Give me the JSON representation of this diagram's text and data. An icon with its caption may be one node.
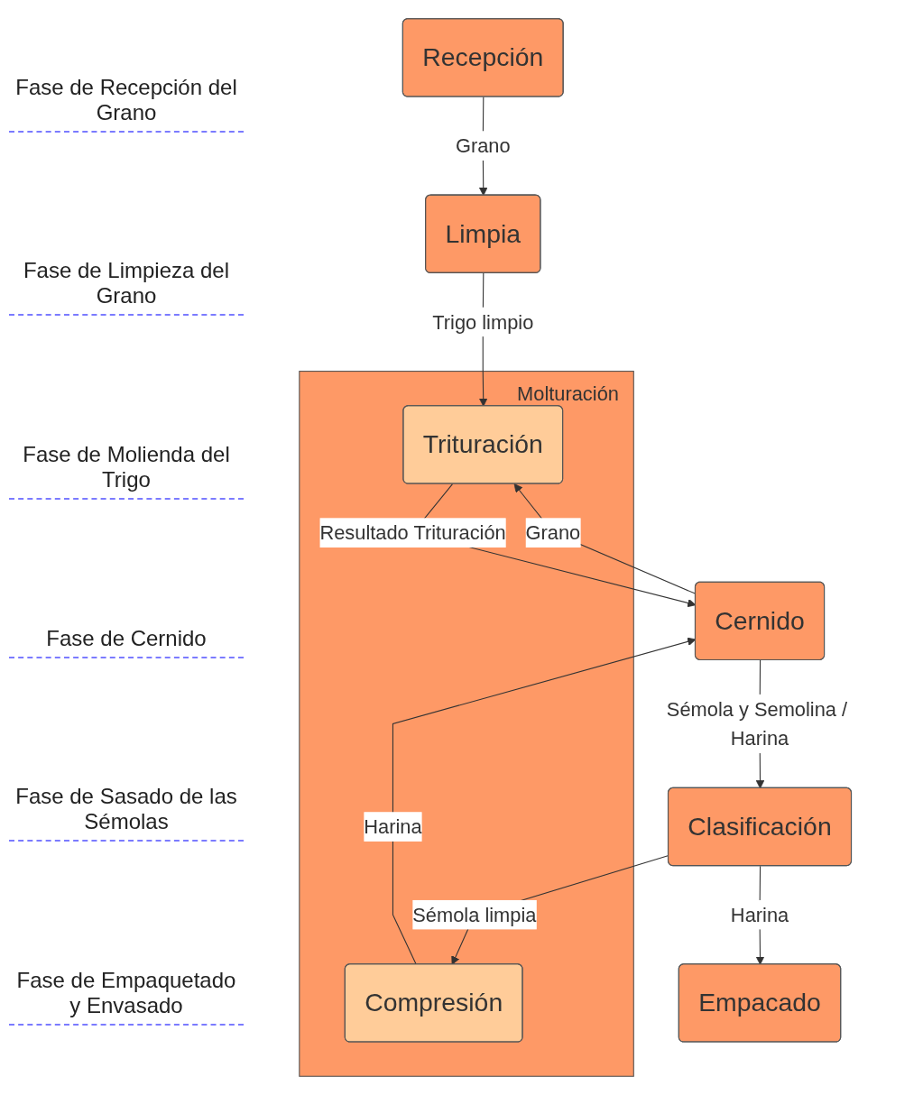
{
  "diagram": {
    "nodes": [
      {
        "text": [
          "Recepción"
        ]
      },
      {
        "text": [
          "Limpia"
        ]
      },
      {
        "text": [
          "Molturación"
        ]
      },
      {
        "text": [
          "Trituración"
        ],
        "in": 2
      },
      {
        "text": [
          "Compresión"
        ],
        "in": 2
      },
      {
        "text": [
          "Cernido"
        ]
      },
      {
        "text": [
          "Clasificación"
        ]
      },
      {
        "text": [
          "Empacado"
        ]
      }
    ],
    "edges": [
      {
        "from": 0,
        "to": 1,
        "arrow": "to",
        "label": "Grano"
      },
      {
        "from": 1,
        "to": 3,
        "arrow": "to",
        "label": "Trigo limpio"
      },
      {
        "from": 3,
        "to": 5,
        "arrow": "to",
        "label": "Resultado Trituración"
      },
      {
        "from": 4,
        "to": 5,
        "arrow": "to",
        "label": "Harina"
      },
      {
        "from": 5,
        "to": 3,
        "arrow": "to",
        "label": "Grano"
      },
      {
        "from": 5,
        "to": 6,
        "arrow": "to",
        "label": "Sémola y Semolina / Harina"
      },
      {
        "from": 6,
        "to": 4,
        "arrow": "to",
        "label": "Sémola limpia"
      },
      {
        "from": 6,
        "to": 7,
        "arrow": "to",
        "label": "Harina"
      }
    ],
    "labels": [
      "Fase de Recepción del Grano",
      "Fase de Limpieza del Grano",
      "Fase de Molienda del Trigo",
      "Fase de Cernido",
      "Fase de Sasado de las Sémolas",
      "Fase de Empaquetado y Envasado"
    ]
  }
}
